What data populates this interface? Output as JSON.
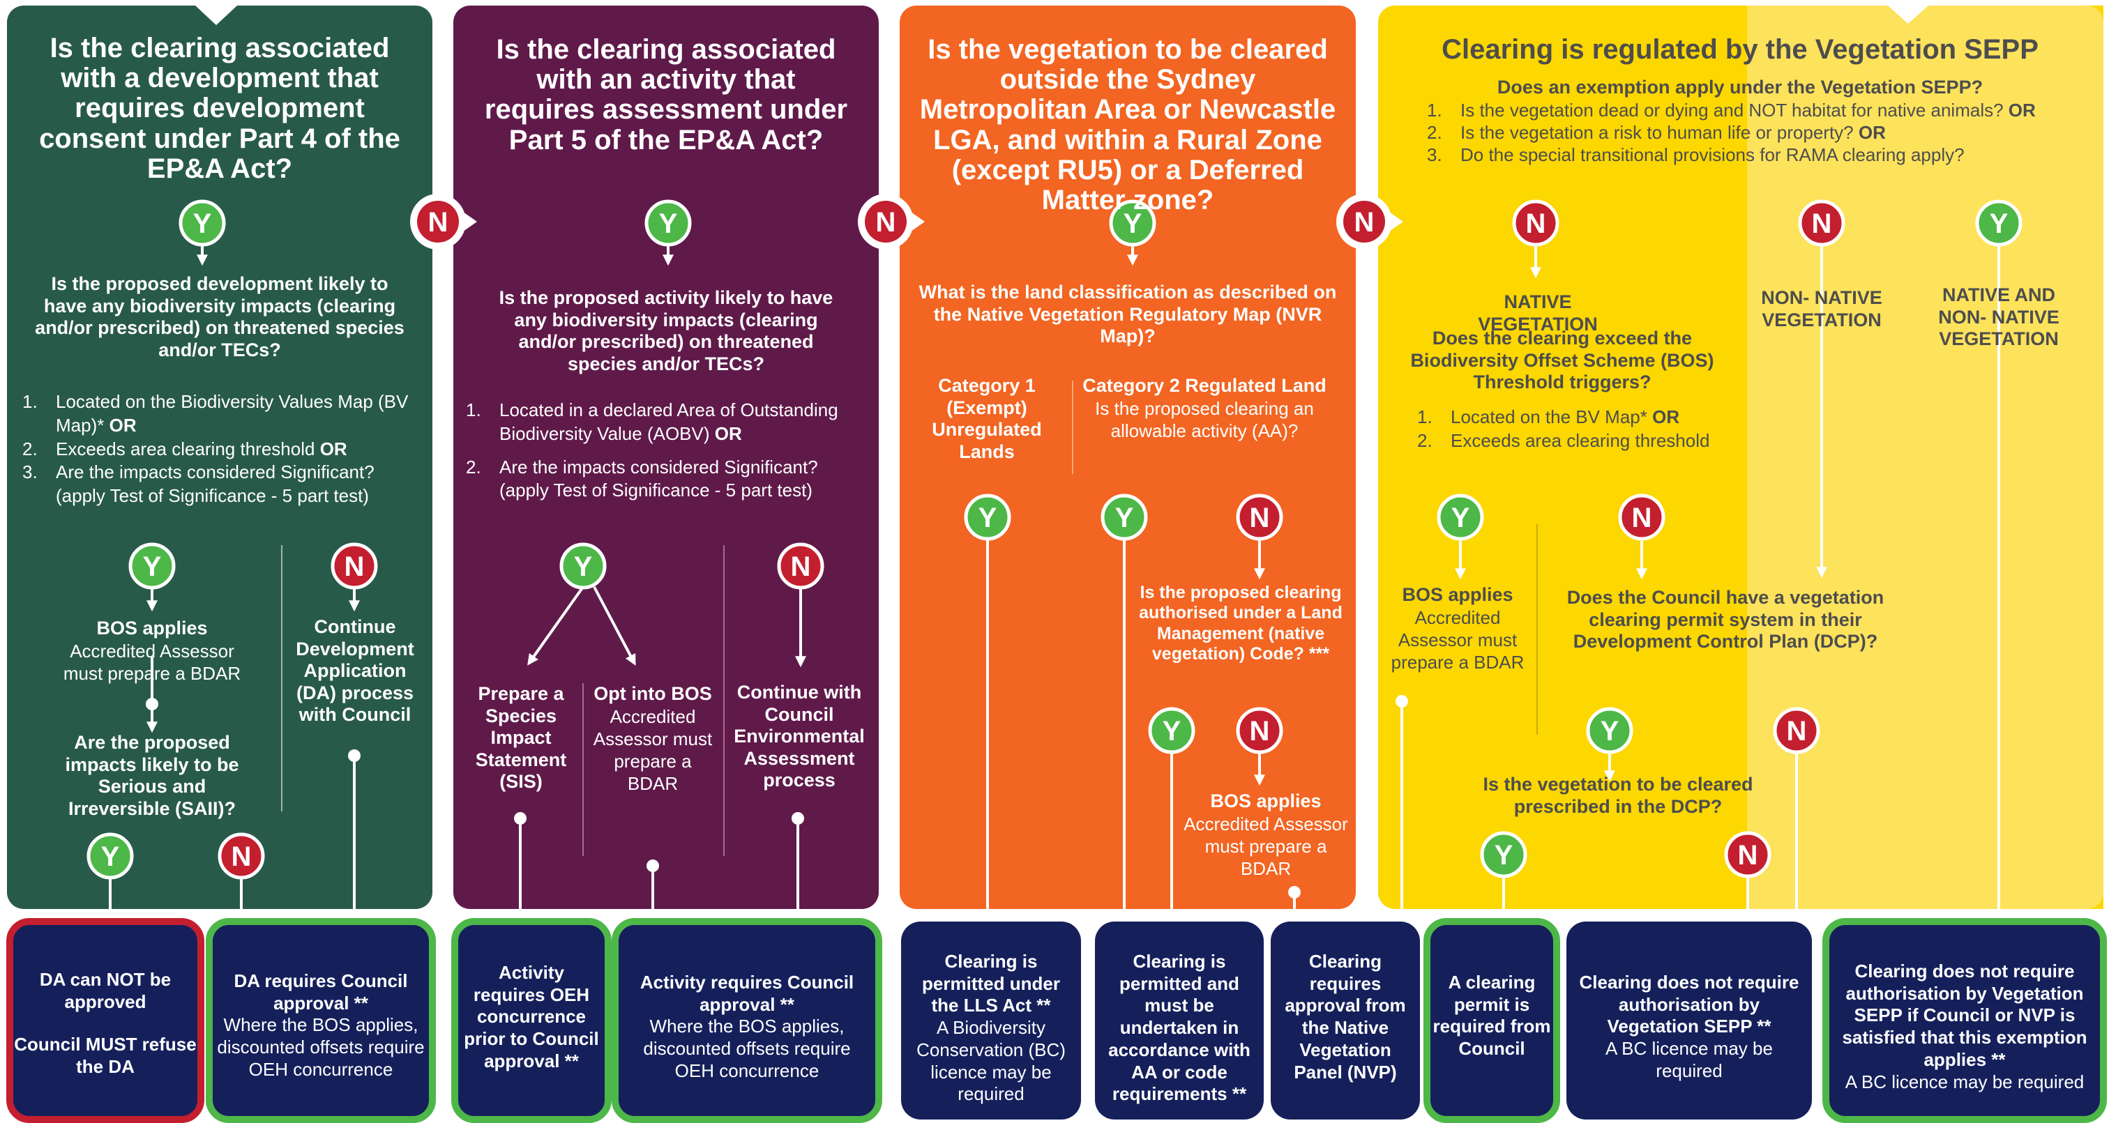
{
  "colors": {
    "green": "#285a49",
    "purple": "#5f1a4a",
    "orange": "#f26522",
    "yellow": "#fcd700",
    "yellow_light": "#fde25b",
    "navy": "#15205b",
    "box_green": "#4db748",
    "box_red": "#c41f2f",
    "yes": "#4db748",
    "no": "#c41f2f"
  },
  "icons": {
    "yes": "Y",
    "no": "N"
  },
  "col1": {
    "header": "Is the clearing associated with a development that requires development consent under Part 4 of the EP&A Act?",
    "question": "Is the proposed development likely to have any biodiversity impacts (clearing and/or prescribed) on threatened species and/or TECs?",
    "items": [
      {
        "num": "1.",
        "text": "Located on the Biodiversity Values Map (BV Map)*",
        "or": "OR"
      },
      {
        "num": "2.",
        "text": "Exceeds area clearing threshold",
        "or": "OR"
      },
      {
        "num": "3.",
        "text": "Are the impacts considered Significant? (apply Test of Significance - 5 part test)",
        "or": ""
      }
    ],
    "bos_title": "BOS applies",
    "bos_body": "Accredited Assessor must prepare a BDAR",
    "saii_question": "Are the proposed impacts likely to be Serious and Irreversible (SAII)?",
    "continue_da": "Continue Development Application (DA) process with Council"
  },
  "col2": {
    "header": "Is the clearing associated with an activity that requires assessment under Part 5 of the EP&A Act?",
    "question": "Is the proposed activity likely to have any biodiversity impacts (clearing and/or prescribed) on threatened species and/or TECs?",
    "items": [
      {
        "num": "1.",
        "text": "Located in a declared Area of Outstanding Biodiversity Value (AOBV)",
        "or": "OR"
      },
      {
        "num": "2.",
        "text": "Are the impacts considered Significant? (apply Test of Significance - 5 part test)",
        "or": ""
      }
    ],
    "sis": "Prepare a Species Impact Statement (SIS)",
    "opt_title": "Opt into BOS",
    "opt_body": "Accredited Assessor must prepare a BDAR",
    "continue_env": "Continue with Council Environmental Assessment process"
  },
  "col3": {
    "header": "Is the vegetation to be cleared outside the Sydney Metropolitan Area or Newcastle LGA, and within a Rural Zone (except RU5) or a Deferred Matter zone?",
    "question": "What is the land classification as described on the Native Vegetation Regulatory Map (NVR Map)?",
    "cat1": "Category 1 (Exempt) Unregulated Lands",
    "cat2_title": "Category 2 Regulated Land",
    "cat2_body": "Is the proposed clearing an allowable activity (AA)?",
    "lmc_question": "Is the proposed clearing authorised under a Land Management (native vegetation) Code? ***",
    "bos_title": "BOS applies",
    "bos_body": "Accredited Assessor must prepare a BDAR"
  },
  "col4": {
    "header": "Clearing is regulated by the Vegetation SEPP",
    "exempt_question": "Does an exemption apply under the Vegetation SEPP?",
    "items": [
      {
        "num": "1.",
        "text": "Is the vegetation dead or dying and NOT habitat for native animals?",
        "or": "OR"
      },
      {
        "num": "2.",
        "text": "Is the vegetation a risk to human life or property?",
        "or": "OR"
      },
      {
        "num": "3.",
        "text": "Do the special transitional provisions for RAMA clearing apply?",
        "or": ""
      }
    ],
    "native": "NATIVE VEGETATION",
    "non_native": "NON- NATIVE VEGETATION",
    "both": "NATIVE AND NON- NATIVE VEGETATION",
    "bos_threshold_q": "Does the clearing exceed the Biodiversity Offset Scheme (BOS) Threshold triggers?",
    "threshold_items": [
      {
        "num": "1.",
        "text": "Located on the BV Map*",
        "or": "OR"
      },
      {
        "num": "2.",
        "text": "Exceeds area clearing threshold",
        "or": ""
      }
    ],
    "bos_title": "BOS applies",
    "bos_body": "Accredited Assessor must prepare a BDAR",
    "council_q": "Does the Council have a vegetation clearing permit system in their Development Control Plan (DCP)?",
    "dcp_q": "Is the vegetation to be cleared prescribed in the DCP?"
  },
  "outcomes": [
    {
      "id": "da-not-approved",
      "title": "DA can NOT be approved",
      "body": "",
      "extra": "Council MUST refuse the DA"
    },
    {
      "id": "da-council-approval",
      "title": "DA requires Council approval **",
      "body": "Where the BOS applies, discounted offsets require OEH concurrence",
      "extra": ""
    },
    {
      "id": "oeh-concurrence",
      "title": "Activity requires OEH concurrence prior to Council approval **",
      "body": "",
      "extra": ""
    },
    {
      "id": "activity-council-approval",
      "title": "Activity requires Council approval **",
      "body": "Where the BOS applies, discounted offsets require OEH concurrence",
      "extra": ""
    },
    {
      "id": "lls-act",
      "title": "Clearing is permitted under the LLS Act **",
      "body": "A Biodiversity Conservation (BC) licence may be required",
      "extra": ""
    },
    {
      "id": "aa-code",
      "title": "Clearing is permitted and must be undertaken in accordance with AA or code requirements **",
      "body": "",
      "extra": ""
    },
    {
      "id": "nvp",
      "title": "Clearing requires approval from the Native Vegetation Panel (NVP)",
      "body": "",
      "extra": ""
    },
    {
      "id": "council-permit",
      "title": "A clearing permit is required from Council",
      "body": "",
      "extra": ""
    },
    {
      "id": "no-authorisation",
      "title": "Clearing does not require authorisation by Vegetation SEPP **",
      "body": "A BC licence may be required",
      "extra": ""
    },
    {
      "id": "exemption-applies",
      "title": "Clearing does not require authorisation by Vegetation SEPP if Council or NVP is satisfied that this exemption applies **",
      "body": "A BC licence may be required",
      "extra": ""
    }
  ]
}
